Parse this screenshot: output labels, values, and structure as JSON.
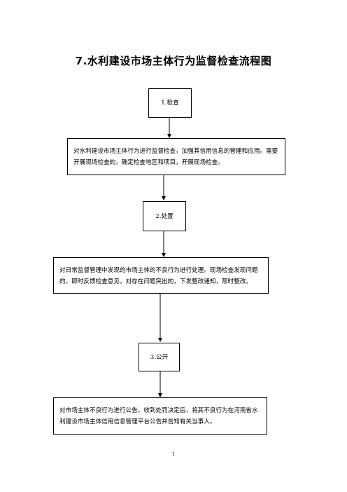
{
  "title": "7.水利建设市场主体行为监督检查流程图",
  "steps": [
    {
      "label": "1.检查",
      "description": "对水利建设市场主体行为进行监督检查，加强其信用信息的管理和应用。需要开展现场检查的，确定检查地区和项目，开展现场检查。"
    },
    {
      "label": "2.处置",
      "description": "对日常监督管理中发现的市场主体的不良行为进行处理。现场检查发现问题的，即时反馈检查意见，对存在问题突出的，下发整改通知，限时整改。"
    },
    {
      "label": "3.公开",
      "description": "对市场主体不良行为进行公告。收到处罚决定后，将其不良行为在河南省水利建设市场主体信用信息管理平台公告并告知有关当事人。"
    }
  ],
  "page_number": "1"
}
